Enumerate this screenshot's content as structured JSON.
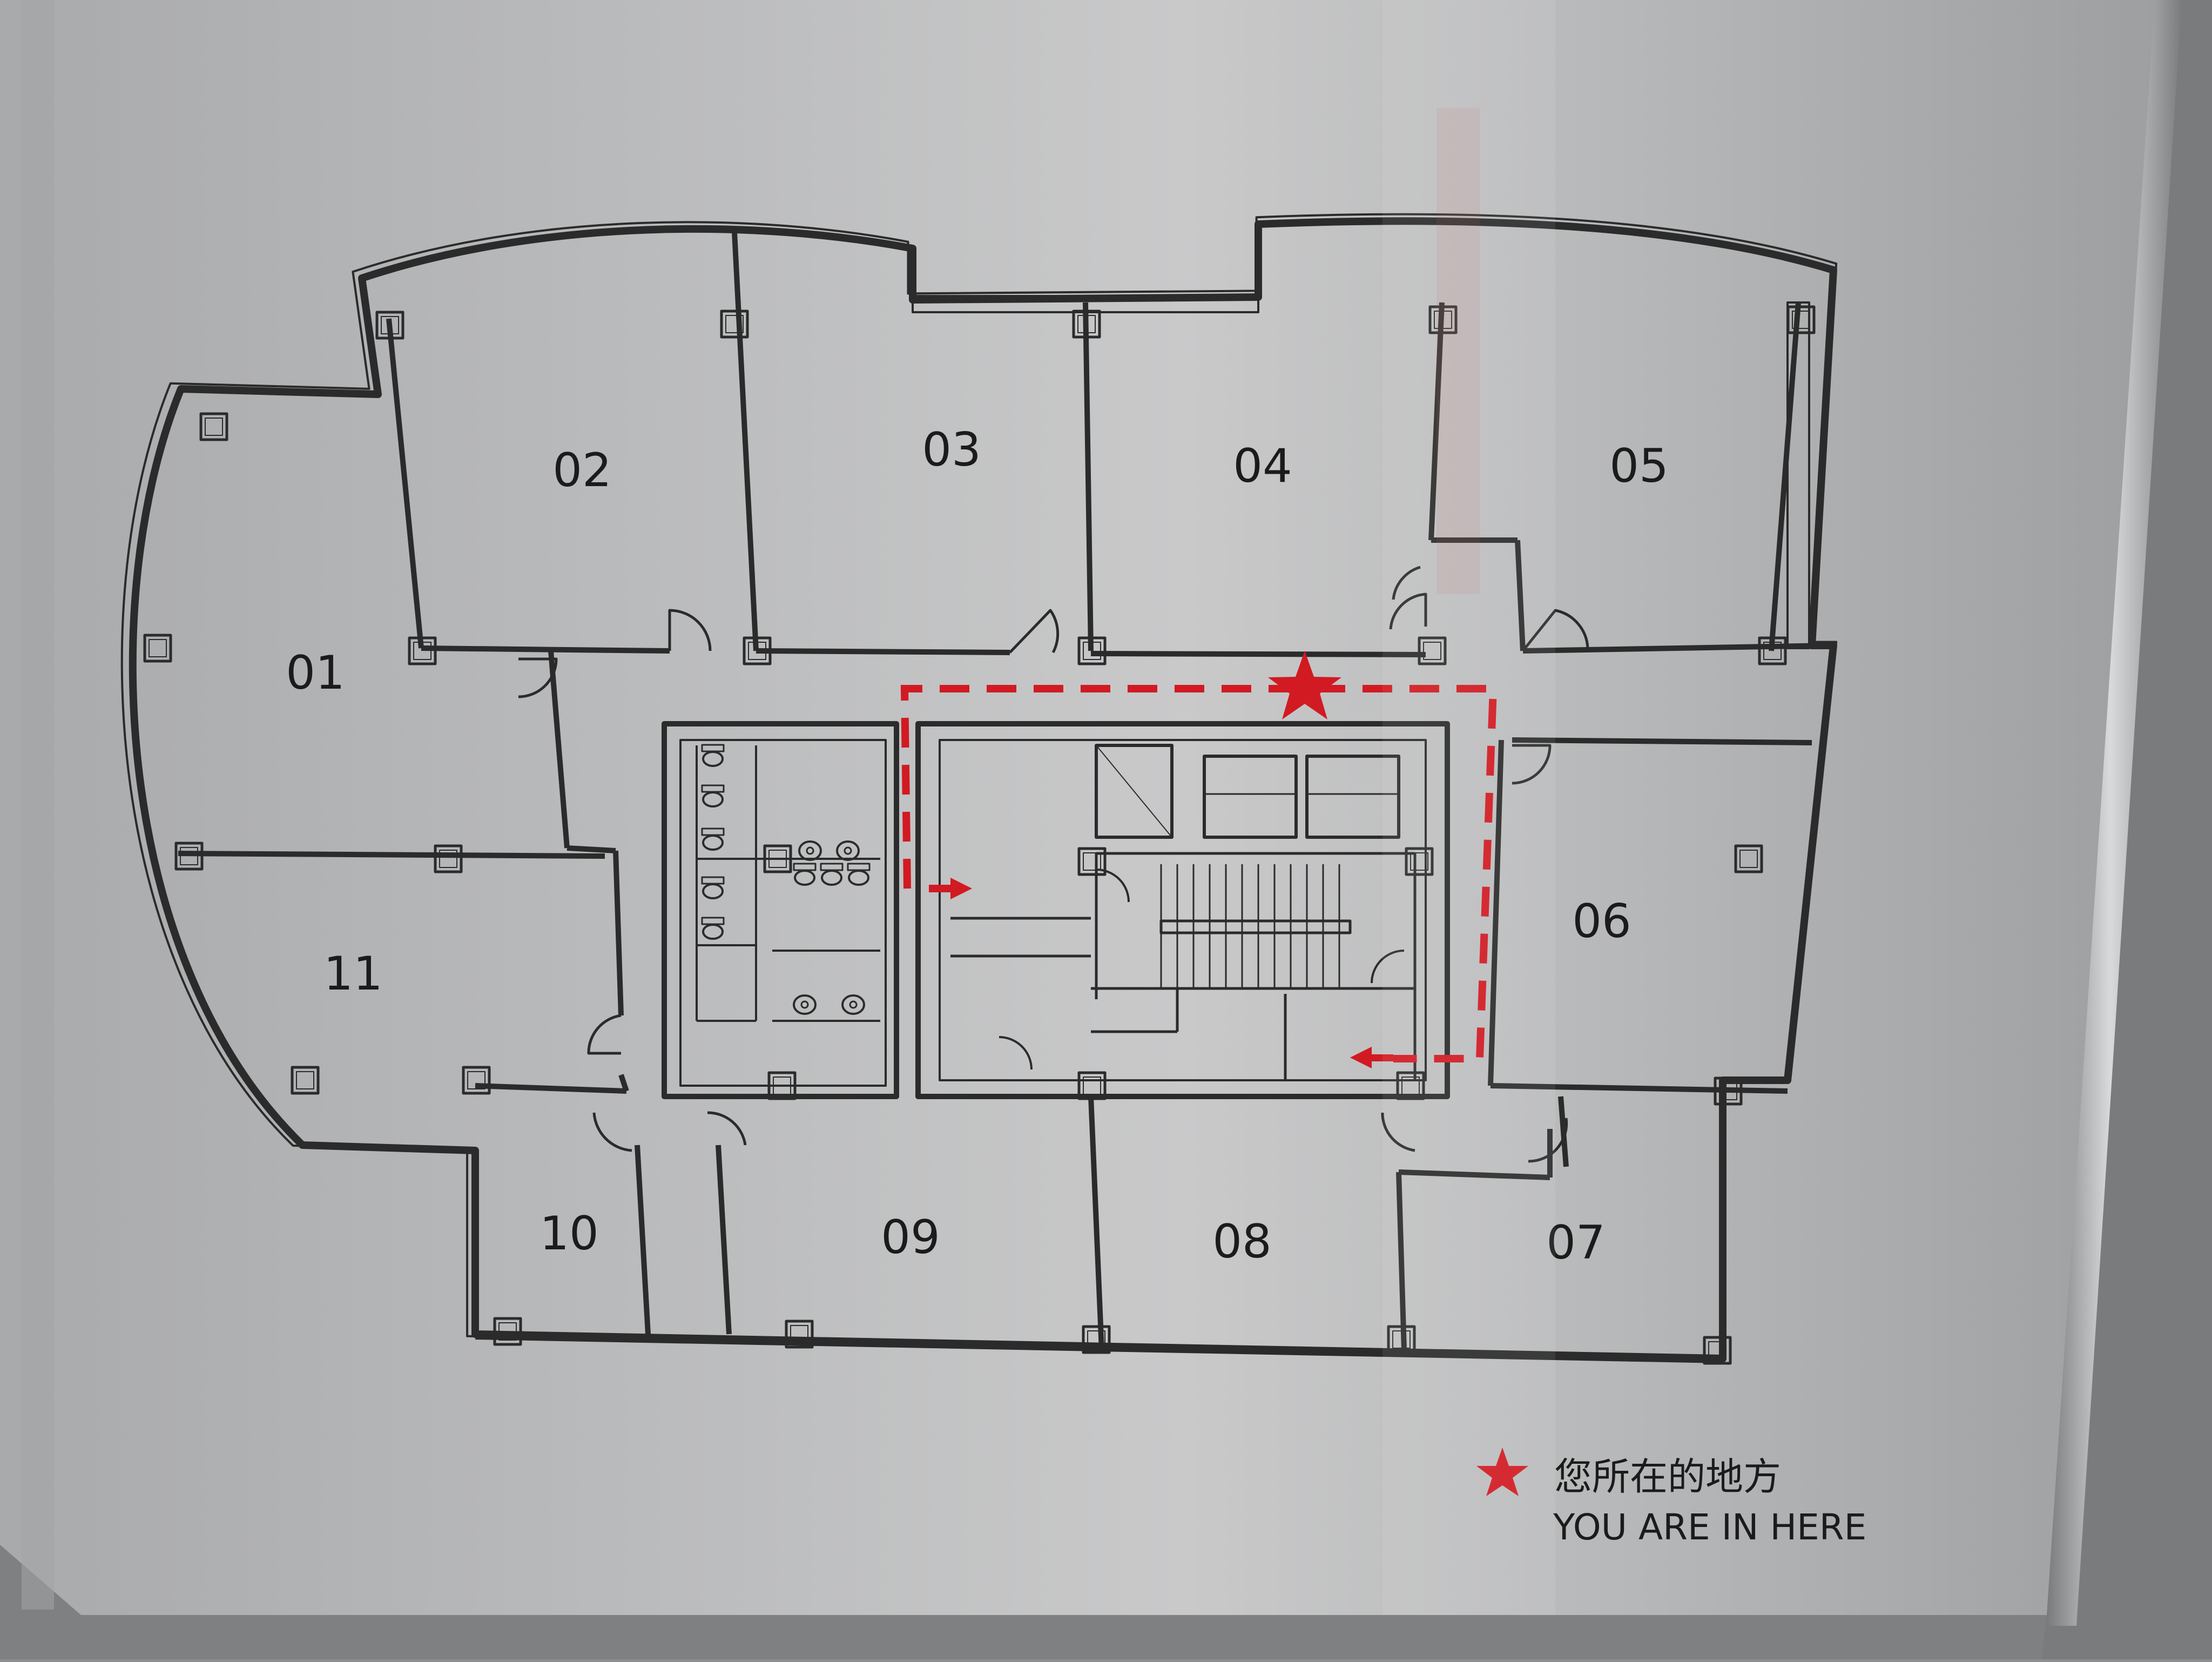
{
  "floor_plan": {
    "rooms": [
      {
        "id": "room-01",
        "label": "01"
      },
      {
        "id": "room-02",
        "label": "02"
      },
      {
        "id": "room-03",
        "label": "03"
      },
      {
        "id": "room-04",
        "label": "04"
      },
      {
        "id": "room-05",
        "label": "05"
      },
      {
        "id": "room-06",
        "label": "06"
      },
      {
        "id": "room-07",
        "label": "07"
      },
      {
        "id": "room-08",
        "label": "08"
      },
      {
        "id": "room-09",
        "label": "09"
      },
      {
        "id": "room-10",
        "label": "10"
      },
      {
        "id": "room-11",
        "label": "11"
      }
    ],
    "colors": {
      "plate": "#b4b5b7",
      "line": "#2b2b2b",
      "marker": "#d11a22"
    }
  },
  "legend": {
    "marker_icon": "red-star-icon",
    "label_cn": "您所在的地方",
    "label_en": "YOU ARE IN HERE"
  }
}
